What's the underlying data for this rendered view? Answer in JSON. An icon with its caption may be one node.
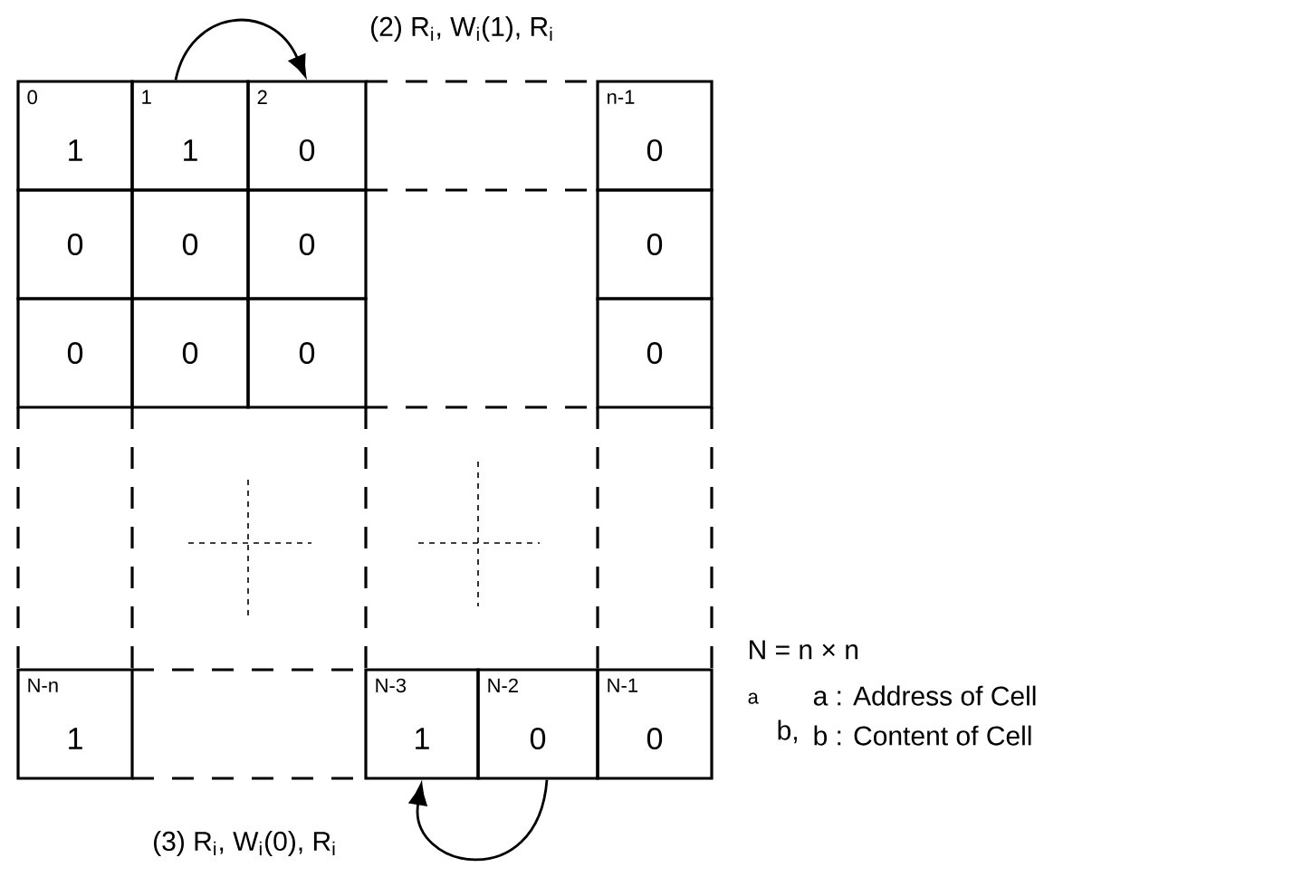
{
  "diagram": {
    "nodes": [
      {
        "text": [
          "0",
          "1"
        ]
      },
      {
        "text": [
          "1",
          "1"
        ]
      },
      {
        "text": [
          "2",
          "0"
        ]
      },
      {
        "text": [
          "n-1",
          "0"
        ]
      },
      {
        "text": [
          "0"
        ]
      },
      {
        "text": [
          "0"
        ]
      },
      {
        "text": [
          "0"
        ]
      },
      {
        "text": [
          "0"
        ]
      },
      {
        "text": [
          "0"
        ]
      },
      {
        "text": [
          "0"
        ]
      },
      {
        "text": [
          "0"
        ]
      },
      {
        "text": [
          "0"
        ]
      },
      {
        "text": [
          "N-n",
          "1"
        ]
      },
      {
        "text": [
          "N-3",
          "1"
        ]
      },
      {
        "text": [
          "N-2",
          "0"
        ]
      },
      {
        "text": [
          "N-1",
          "0"
        ]
      }
    ],
    "edges": [
      {
        "from": 1,
        "to": 2,
        "arrow": "to",
        "label": "(2) R$_{i}$, W$_{i}$(1), R$_{i}$"
      },
      {
        "from": 14,
        "to": 13,
        "arrow": "to",
        "label": "(3) R$_{i}$, W$_{i}$(0), R$_{i}$"
      }
    ],
    "labels": [
      "N = n × n",
      "a",
      "a : Address of Cell",
      "b,",
      "b : Content of Cell"
    ]
  }
}
